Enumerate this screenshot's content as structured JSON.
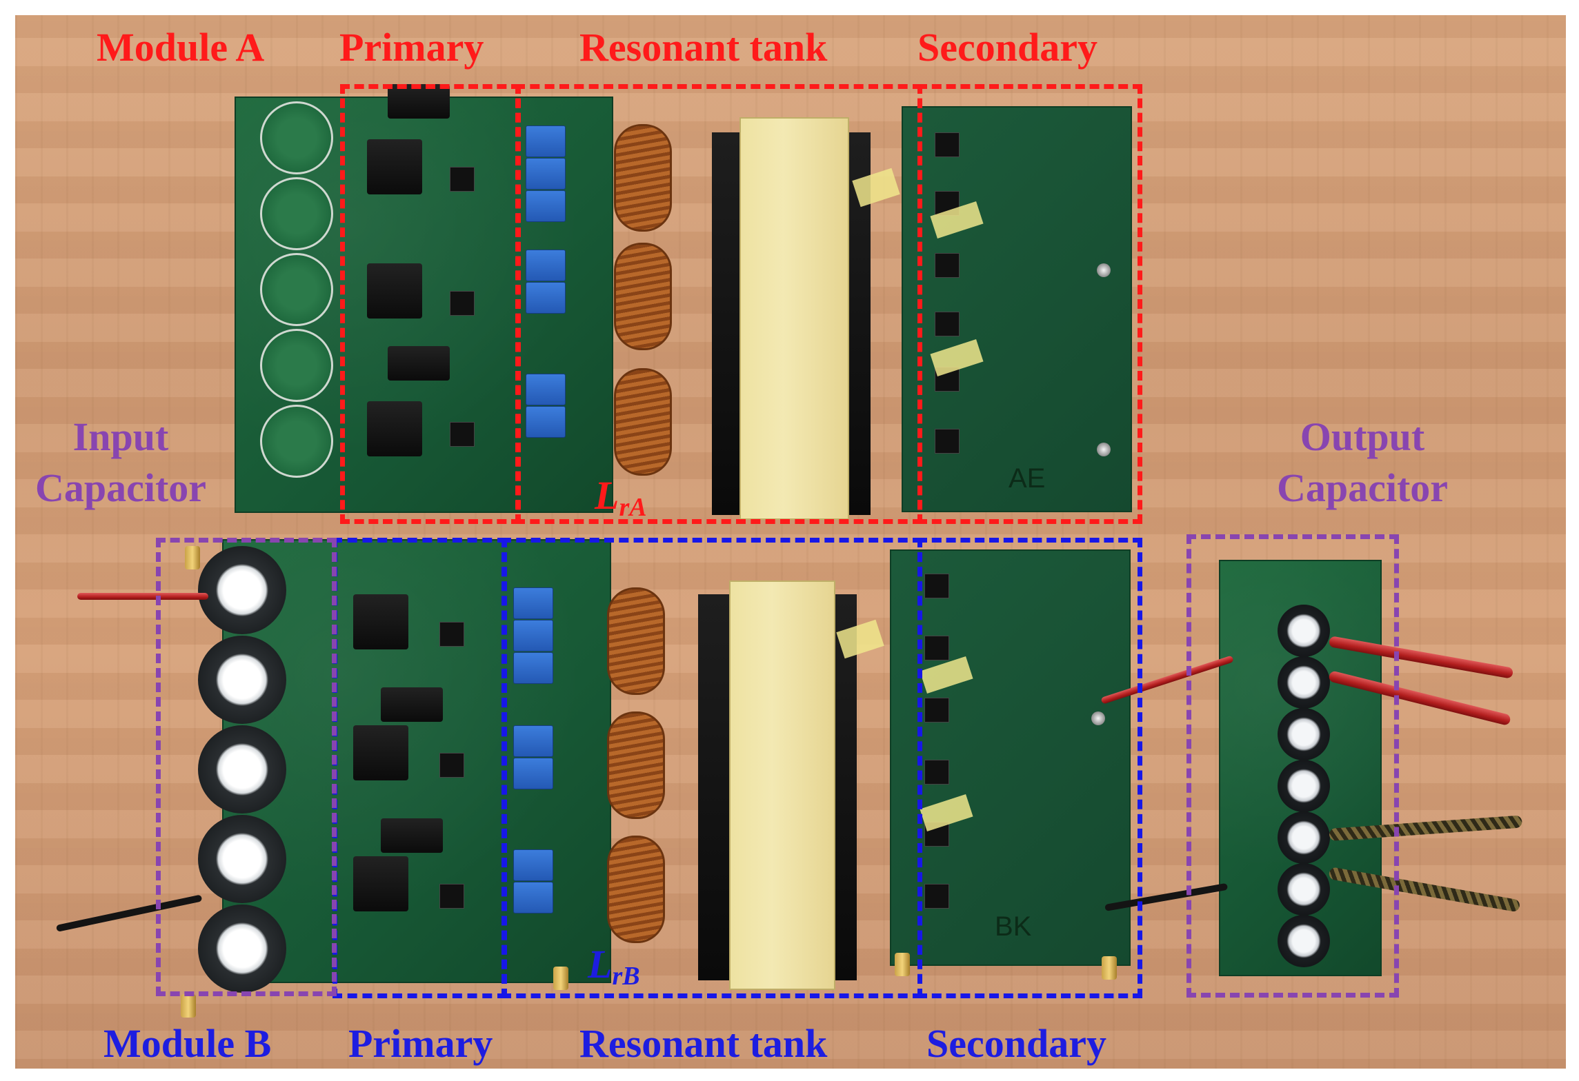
{
  "labels": {
    "module_a": "Module A",
    "primary_a": "Primary",
    "resonant_tank_a": "Resonant tank",
    "secondary_a": "Secondary",
    "input_capacitor_line1": "Input",
    "input_capacitor_line2": "Capacitor",
    "output_capacitor_line1": "Output",
    "output_capacitor_line2": "Capacitor",
    "inductor_a_main": "L",
    "inductor_a_sub": "rA",
    "inductor_b_main": "L",
    "inductor_b_sub": "rB",
    "module_b": "Module B",
    "primary_b": "Primary",
    "resonant_tank_b": "Resonant tank",
    "secondary_b": "Secondary",
    "board_marking_a": "AE",
    "board_marking_b": "BK"
  },
  "colors": {
    "module_a": "#ff1a1a",
    "module_b": "#1d1de0",
    "capacitor_groups": "#8845b0",
    "background": "#d3a07a"
  }
}
